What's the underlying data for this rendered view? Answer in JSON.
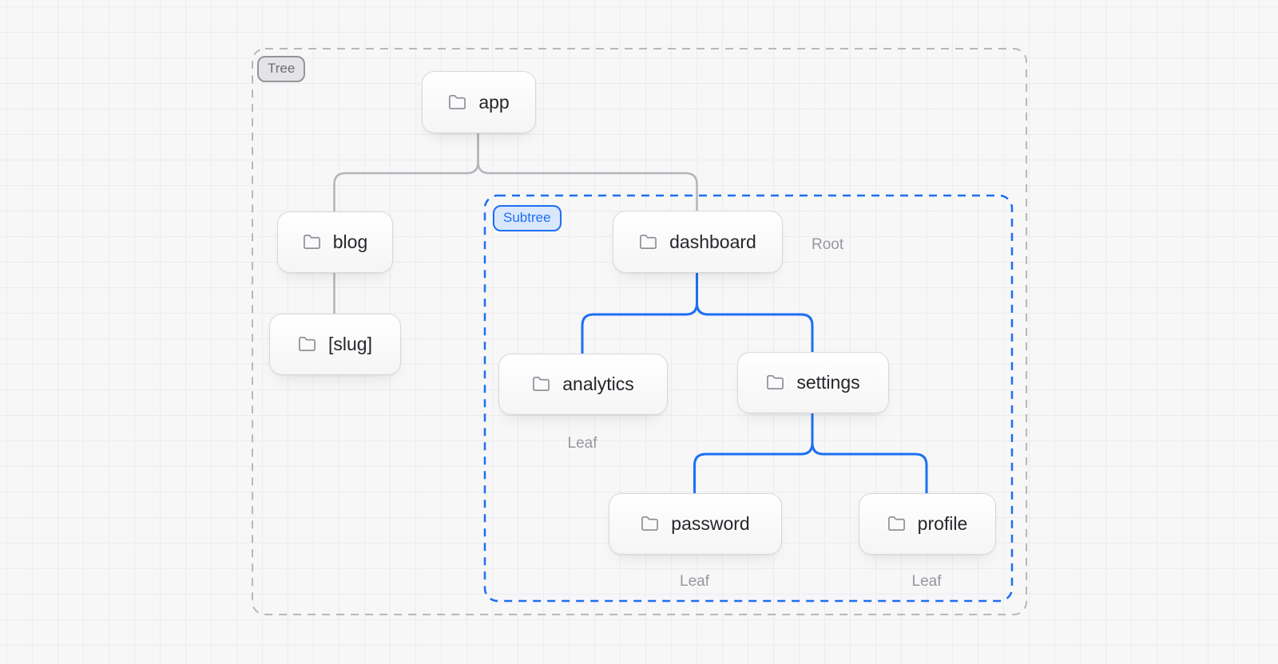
{
  "diagram": {
    "type": "file-tree",
    "frames": {
      "tree": {
        "label": "Tree"
      },
      "subtree": {
        "label": "Subtree"
      }
    },
    "nodes": [
      {
        "id": "app",
        "label": "app",
        "parent": null,
        "frame": "tree",
        "icon": "folder-icon"
      },
      {
        "id": "blog",
        "label": "blog",
        "parent": "app",
        "frame": "tree",
        "icon": "folder-icon"
      },
      {
        "id": "slug",
        "label": "[slug]",
        "parent": "blog",
        "frame": "tree",
        "icon": "folder-icon"
      },
      {
        "id": "dashboard",
        "label": "dashboard",
        "parent": "app",
        "frame": "subtree",
        "icon": "folder-icon",
        "annotation": "Root"
      },
      {
        "id": "analytics",
        "label": "analytics",
        "parent": "dashboard",
        "frame": "subtree",
        "icon": "folder-icon",
        "annotation": "Leaf"
      },
      {
        "id": "settings",
        "label": "settings",
        "parent": "dashboard",
        "frame": "subtree",
        "icon": "folder-icon"
      },
      {
        "id": "password",
        "label": "password",
        "parent": "settings",
        "frame": "subtree",
        "icon": "folder-icon",
        "annotation": "Leaf"
      },
      {
        "id": "profile",
        "label": "profile",
        "parent": "settings",
        "frame": "subtree",
        "icon": "folder-icon",
        "annotation": "Leaf"
      }
    ],
    "colors": {
      "accent_blue": "#1e6ff2",
      "subtree_badge_bg": "#d9e7fd",
      "connector_gray": "#b4b4ba",
      "frame_gray": "#b7b7bd",
      "node_border": "#d8d8dd",
      "node_text": "#26262b",
      "annotation_text": "#97979e",
      "canvas_bg": "#f7f7f8",
      "grid_line": "#ececef"
    }
  }
}
